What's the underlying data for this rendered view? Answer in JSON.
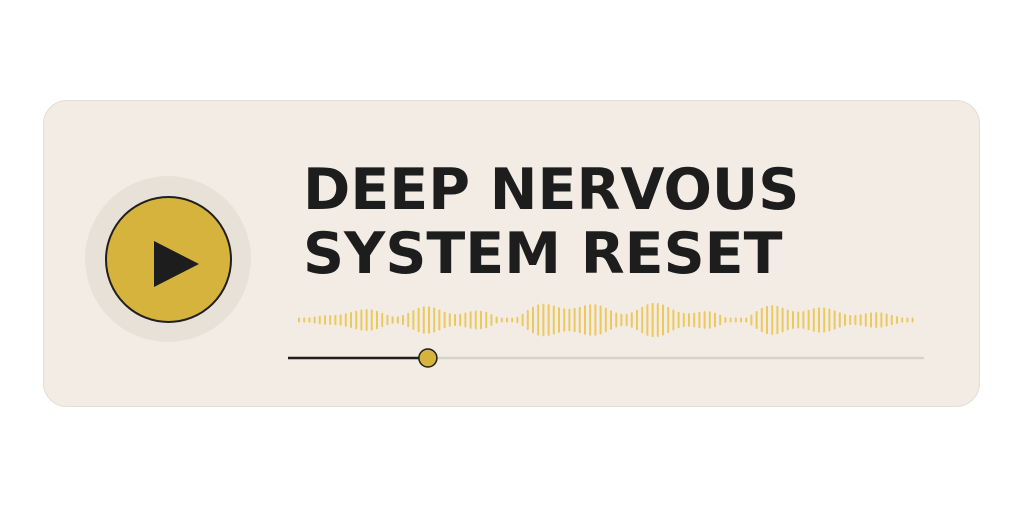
{
  "title": {
    "line1": "DEEP NERVOUS",
    "line2": "SYSTEM RESET"
  },
  "playback": {
    "progress": 0.22
  },
  "icons": {
    "play": "play-icon"
  },
  "colors": {
    "card_background": "#f2ece5",
    "accent": "#d6b33c",
    "waveform": "#ecc95c",
    "text": "#1d1d1d",
    "track_played": "#1f1f1f",
    "track_remaining": "#d8d2c8"
  }
}
